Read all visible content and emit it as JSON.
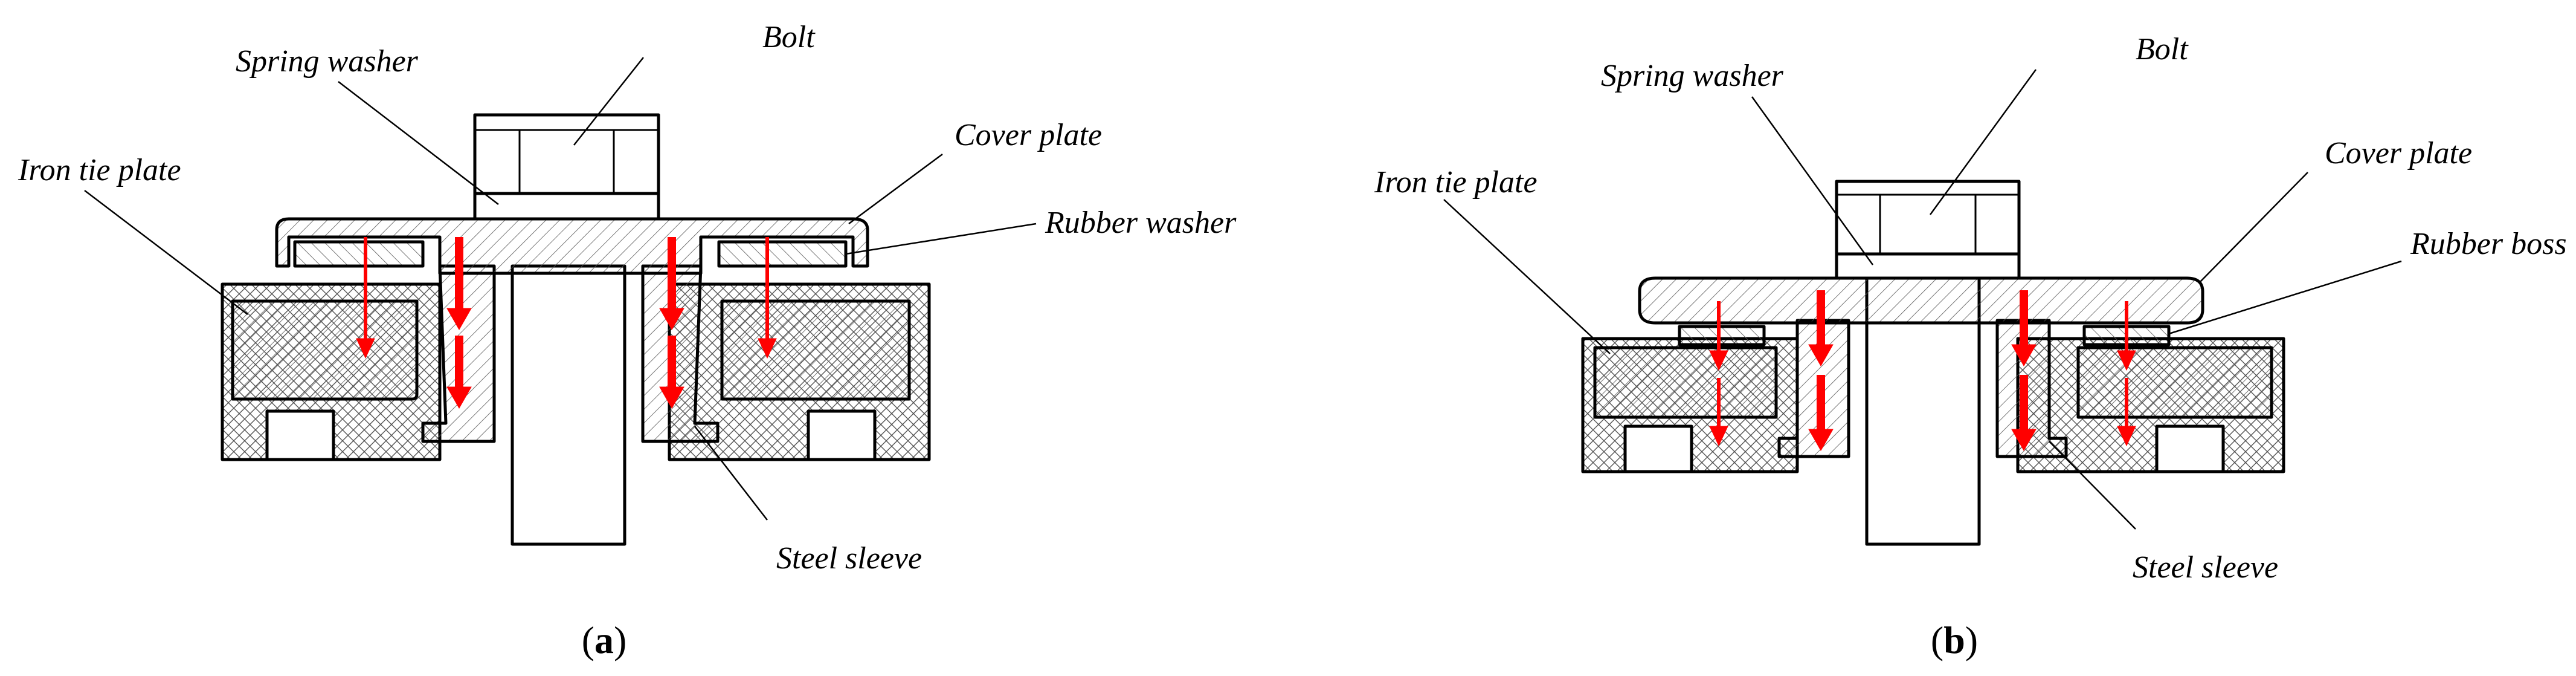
{
  "panels": [
    {
      "id": "a",
      "caption_open": "(",
      "caption_letter": "a",
      "caption_close": ")",
      "labels": {
        "bolt": "Bolt",
        "spring_washer": "Spring washer",
        "cover_plate": "Cover plate",
        "rubber_part": "Rubber washer",
        "iron_tie_plate": "Iron tie plate",
        "steel_sleeve": "Steel sleeve"
      }
    },
    {
      "id": "b",
      "caption_open": "(",
      "caption_letter": "b",
      "caption_close": ")",
      "labels": {
        "bolt": "Bolt",
        "spring_washer": "Spring washer",
        "cover_plate": "Cover plate",
        "rubber_part": "Rubber boss",
        "iron_tie_plate": "Iron tie plate",
        "steel_sleeve": "Steel sleeve"
      }
    }
  ],
  "colors": {
    "outline": "#000000",
    "arrow": "#ff0000",
    "background": "#ffffff"
  }
}
